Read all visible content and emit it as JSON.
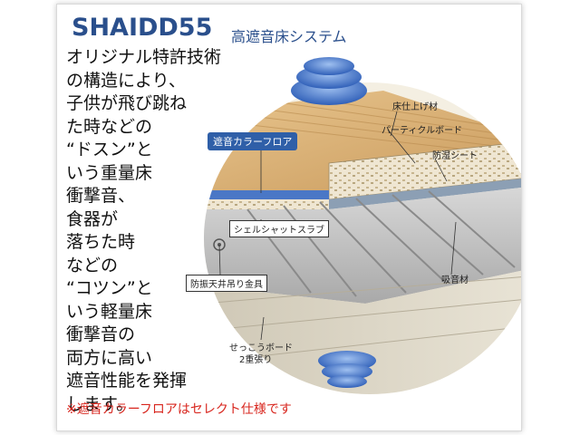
{
  "title": "SHAIDD55",
  "subtitle": "高遮音床システム",
  "description_lines": [
    "オリジナル特許技術",
    "の構造により、",
    "子供が飛び跳ね",
    "た時などの",
    "“ドスン”と",
    "いう重量床",
    "衝撃音、",
    "食器が",
    "落ちた時",
    "などの",
    "“コツン”と",
    "いう軽量床",
    "衝撃音の",
    "両方に高い",
    "遮音性能を発揮",
    "します。"
  ],
  "note": "※遮音カラーフロアはセレクト仕様です",
  "labels": {
    "floor_finish": "床仕上げ材",
    "particle_board": "パーティクルボード",
    "moisture_sheet": "防湿シート",
    "sound_color_floor": "遮音カラーフロア",
    "shell_slab": "シェルシャットスラブ",
    "ceiling_hanger": "防振天井吊り金具",
    "sound_absorber": "吸音材",
    "gypsum_board_line1": "せっこうボード",
    "gypsum_board_line2": "2重張り"
  },
  "colors": {
    "title_blue": "#2a4f8c",
    "note_red": "#d8261e",
    "wood": "#d9b37a",
    "slab_gray": "#c9c9c9",
    "callout_blue": "#2f5fa8",
    "wave_blue": "#3b6fc4"
  }
}
